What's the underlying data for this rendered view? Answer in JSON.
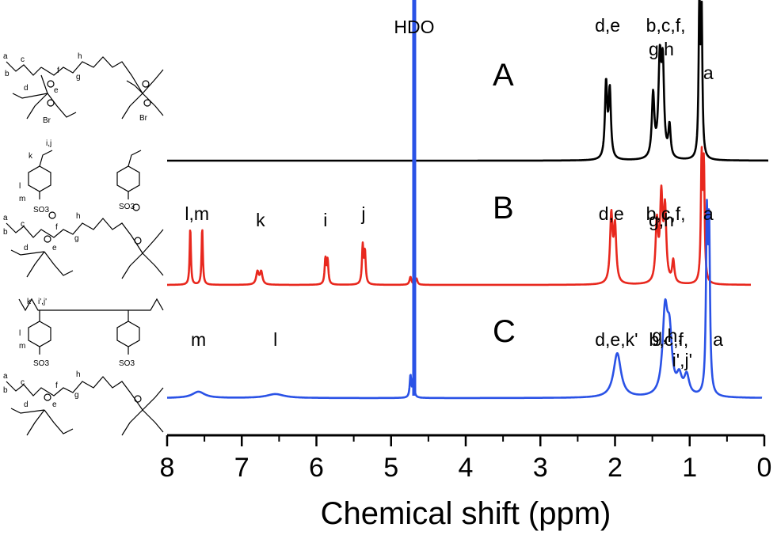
{
  "chart_data": {
    "type": "line",
    "xlabel": "Chemical shift (ppm)",
    "xlim": [
      8,
      0
    ],
    "x_ticks": [
      "8",
      "7",
      "6",
      "5",
      "4",
      "3",
      "2",
      "1",
      "0"
    ],
    "x_reversed": true,
    "grid": false,
    "colors": {
      "A": "#000000",
      "B": "#e8281e",
      "C": "#2a52e6",
      "HDO": "#2a52e6"
    },
    "hdo_line": {
      "label": "HDO",
      "x": 4.69
    },
    "series": [
      {
        "name": "A",
        "color": "#000000",
        "baseline_y": 203,
        "peaks": [
          {
            "x": 2.12,
            "h": 95,
            "w": 0.018
          },
          {
            "x": 2.07,
            "h": 85,
            "w": 0.018
          },
          {
            "x": 1.49,
            "h": 80,
            "w": 0.02
          },
          {
            "x": 1.4,
            "h": 120,
            "w": 0.022
          },
          {
            "x": 1.36,
            "h": 110,
            "w": 0.02
          },
          {
            "x": 1.27,
            "h": 40,
            "w": 0.018
          },
          {
            "x": 0.87,
            "h": 195,
            "w": 0.012
          },
          {
            "x": 0.84,
            "h": 180,
            "w": 0.012
          }
        ],
        "annotations": [
          {
            "text": "d,e",
            "x": 2.1,
            "row": 0
          },
          {
            "text": "b,c,f,",
            "x": 1.32,
            "row": 0
          },
          {
            "text": "g,h",
            "x": 1.38,
            "row": 1
          },
          {
            "text": "a",
            "x": 0.75,
            "row": 2
          }
        ],
        "panel_label": "A"
      },
      {
        "name": "B",
        "color": "#e8281e",
        "baseline_y": 360,
        "peaks": [
          {
            "x": 7.69,
            "h": 72,
            "w": 0.01
          },
          {
            "x": 7.53,
            "h": 72,
            "w": 0.01
          },
          {
            "x": 6.79,
            "h": 16,
            "w": 0.02
          },
          {
            "x": 6.74,
            "h": 16,
            "w": 0.02
          },
          {
            "x": 5.88,
            "h": 32,
            "w": 0.012
          },
          {
            "x": 5.85,
            "h": 30,
            "w": 0.012
          },
          {
            "x": 5.38,
            "h": 48,
            "w": 0.012
          },
          {
            "x": 5.35,
            "h": 40,
            "w": 0.012
          },
          {
            "x": 4.74,
            "h": 10,
            "w": 0.015
          },
          {
            "x": 4.66,
            "h": 8,
            "w": 0.015
          },
          {
            "x": 2.05,
            "h": 85,
            "w": 0.02
          },
          {
            "x": 2.0,
            "h": 70,
            "w": 0.02
          },
          {
            "x": 1.44,
            "h": 75,
            "w": 0.02
          },
          {
            "x": 1.38,
            "h": 105,
            "w": 0.02
          },
          {
            "x": 1.33,
            "h": 90,
            "w": 0.02
          },
          {
            "x": 1.22,
            "h": 28,
            "w": 0.018
          },
          {
            "x": 0.84,
            "h": 155,
            "w": 0.012
          },
          {
            "x": 0.81,
            "h": 145,
            "w": 0.012
          }
        ],
        "annotations": [
          {
            "text": "l,m",
            "x": 7.6,
            "row": 0
          },
          {
            "text": "k",
            "x": 6.75,
            "row": 1
          },
          {
            "text": "i",
            "x": 5.88,
            "row": 1
          },
          {
            "text": "j",
            "x": 5.37,
            "row": 0
          },
          {
            "text": "d,e",
            "x": 2.05,
            "row": 0
          },
          {
            "text": "b,c,f,",
            "x": 1.32,
            "row": 0
          },
          {
            "text": "g,h",
            "x": 1.38,
            "row": 1
          },
          {
            "text": "a",
            "x": 0.75,
            "row": 0
          }
        ],
        "panel_label": "B"
      },
      {
        "name": "C",
        "color": "#2a52e6",
        "baseline_y": 503,
        "peaks": [
          {
            "x": 7.58,
            "h": 8,
            "w": 0.1
          },
          {
            "x": 6.55,
            "h": 5,
            "w": 0.14
          },
          {
            "x": 4.74,
            "h": 28,
            "w": 0.012
          },
          {
            "x": 4.7,
            "h": 26,
            "w": 0.012
          },
          {
            "x": 1.97,
            "h": 56,
            "w": 0.06
          },
          {
            "x": 1.33,
            "h": 100,
            "w": 0.04
          },
          {
            "x": 1.27,
            "h": 70,
            "w": 0.04
          },
          {
            "x": 1.14,
            "h": 22,
            "w": 0.04
          },
          {
            "x": 1.04,
            "h": 25,
            "w": 0.04
          },
          {
            "x": 0.77,
            "h": 212,
            "w": 0.014
          },
          {
            "x": 0.74,
            "h": 200,
            "w": 0.014
          }
        ],
        "annotations": [
          {
            "text": "m",
            "x": 7.58,
            "row": 0
          },
          {
            "text": "l",
            "x": 6.55,
            "row": 0
          },
          {
            "text": "d,e,k'",
            "x": 1.98,
            "row": 0
          },
          {
            "text": "b,c,f,",
            "x": 1.28,
            "row": 0
          },
          {
            "text": "g,h,",
            "x": 1.3,
            "row": 1
          },
          {
            "text": "i',j'",
            "x": 1.1,
            "row": 2
          },
          {
            "text": "a",
            "x": 0.62,
            "row": 0
          }
        ],
        "panel_label": "C"
      }
    ]
  },
  "structures": {
    "A": {
      "labels": [
        "a",
        "b",
        "c",
        "d",
        "e",
        "f",
        "g",
        "h",
        "Br",
        "Br"
      ]
    },
    "B": {
      "labels": [
        "i,j",
        "k",
        "l",
        "m",
        "SO3",
        "SO3",
        "a",
        "b",
        "c",
        "d",
        "e",
        "f",
        "g",
        "h"
      ]
    },
    "C": {
      "labels": [
        "k'",
        "i',j'",
        "l",
        "m",
        "SO3",
        "SO3",
        "a",
        "b",
        "c",
        "d",
        "e",
        "f",
        "g",
        "h"
      ]
    }
  }
}
